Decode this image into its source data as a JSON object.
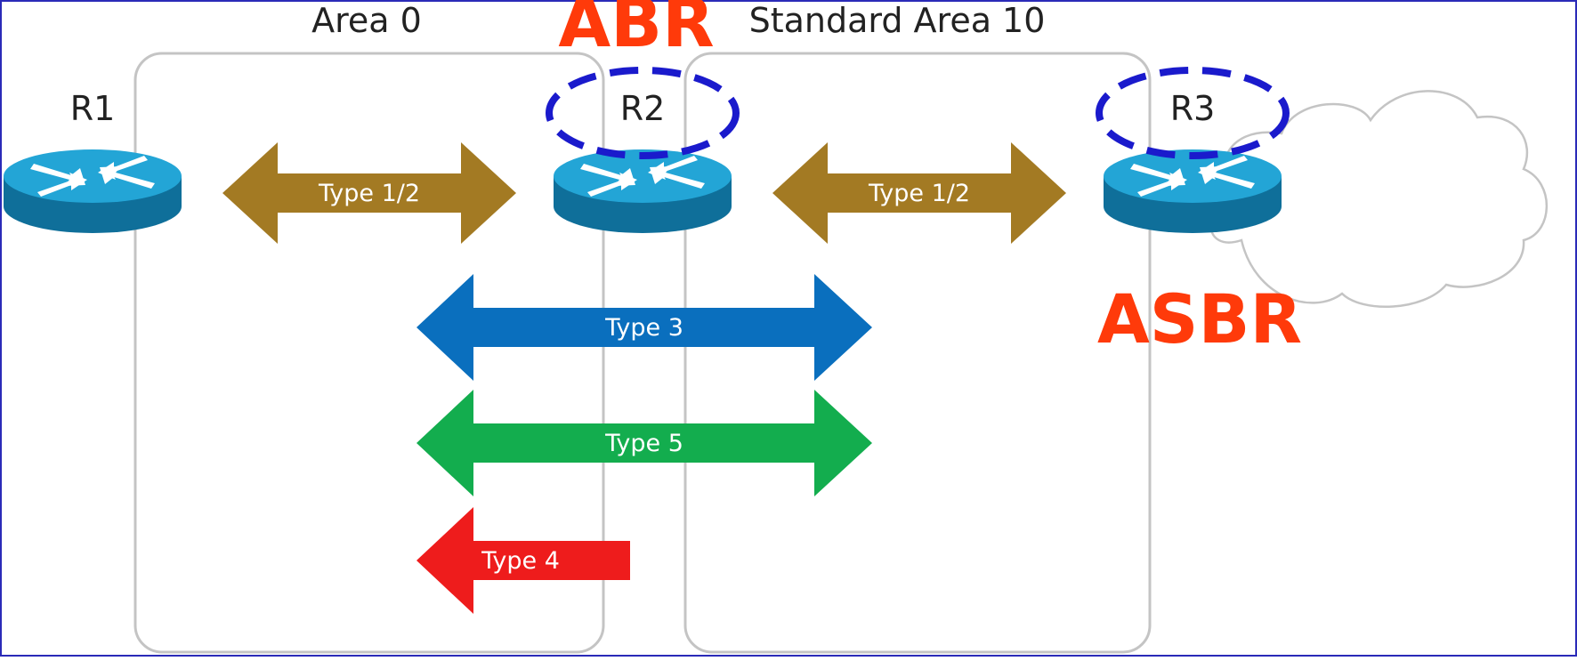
{
  "colors": {
    "frame": "#2a2ab8",
    "area_border": "#c4c4c4",
    "type12": "#a37a23",
    "type3": "#0a6fbe",
    "type5": "#13ad4e",
    "type4": "#ee1c1c",
    "role_label": "#ff3a0a",
    "highlight_ring": "#1a1acc",
    "router_top": "#23a5d6",
    "router_side": "#0f6f9a"
  },
  "areas": {
    "area0_label": "Area 0",
    "area10_label": "Standard Area 10"
  },
  "routers": {
    "r1_label": "R1",
    "r2_label": "R2",
    "r3_label": "R3",
    "icon": "router-icon"
  },
  "roles": {
    "abr_label": "ABR",
    "asbr_label": "ASBR"
  },
  "arrows": {
    "type12_left_label": "Type 1/2",
    "type12_right_label": "Type 1/2",
    "type3_label": "Type 3",
    "type5_label": "Type 5",
    "type4_label": "Type 4"
  },
  "external_network": {
    "icon": "cloud-icon"
  }
}
